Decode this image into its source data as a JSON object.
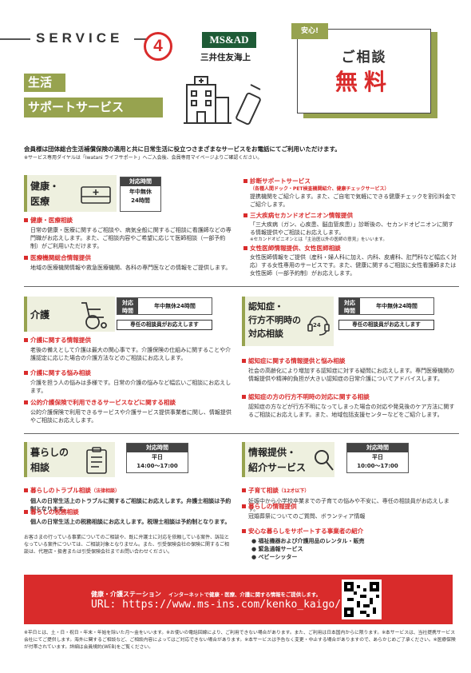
{
  "header": {
    "service": "SERVICE",
    "number": "4",
    "brand_mark": "MS&AD",
    "brand_name": "三井住友海上",
    "title_line1": "生活",
    "title_line2": "サポートサービス",
    "bubble_tag": "安心!",
    "bubble_line1": "ご相談",
    "bubble_line2": "無料"
  },
  "intro": {
    "main": "会員様は団体総合生活補償保険の適用と共に日常生活に役立つさまざまなサービスをお電話にてご利用いただけます。",
    "note": "※サービス専用ダイヤルは「Iwatani ライフサポート」へご入会後、会員専用マイページよりご確認ください。"
  },
  "health": {
    "title1": "健康・",
    "title2": "医療",
    "hours_label": "対応時間",
    "hours_value1": "年中無休",
    "hours_value2": "24時間",
    "items": [
      {
        "head": "健康・医療相談",
        "body": "日常の健康・医療に関するご相談や、病気全般に関するご相談に看護師などの専門職がお応えします。また、ご相談内容やご希望に応じて医師相談（一部予約制）がご利用いただけます。"
      },
      {
        "head": "医療機関総合情報提供",
        "body": "地域の医療機関情報や救急医療機関、各科の専門医などの情報をご提供します。"
      }
    ],
    "right_items": [
      {
        "head": "診断サポートサービス",
        "sub": "（各種人間ドック・PET検査機関紹介、健康チェックサービス）",
        "body": "提携機関をご紹介します。また、ご自宅で気軽にできる健康チェックを割引料金でご紹介します。"
      },
      {
        "head": "三大疾病セカンドオピニオン情報提供",
        "body": "「三大疾病（ガン、心疾患、脳血管疾患）」診断後の、セカンドオピニオンに関する情報提供やご相談にお応えします。",
        "note": "※セカンドオピニオンとは「主治医以外の医師の意見」をいいます。"
      },
      {
        "head": "女性医師情報提供、女性医師相談",
        "body": "女性医師情報をご提供（産科・婦人科に加え、内科、皮膚科、肛門科など幅広く対応）する女性専用のサービスです。また、健康に関するご相談に女性看護師または女性医師（一部予約制）がお応えします。"
      }
    ]
  },
  "care": {
    "title": "介護",
    "hours_label1": "対応",
    "hours_label2": "時間",
    "hours_value": "年中無休24時間",
    "note": "専任の相談員がお応えします",
    "items": [
      {
        "head": "介護に関する情報提供",
        "body": "老後の備えとして介護は最大の関心事です。介護保険の仕組みに関することや介護認定に応じた場合の介護方法などのご相談にお応えします。"
      },
      {
        "head": "介護に関する悩み相談",
        "body": "介護を担う人の悩みは多様です。日常の介護の悩みなど幅広いご相談にお応えします。"
      },
      {
        "head": "公的介護保険で利用できるサービスなどに関する相談",
        "body": "公的介護保険で利用できるサービスや介護サービス提供事業者に関し、情報提供やご相談にお応えします。"
      }
    ]
  },
  "dementia": {
    "title1": "認知症・",
    "title2": "行方不明時の",
    "title3": "対応相談",
    "icon_label": "24",
    "hours_label1": "対応",
    "hours_label2": "時間",
    "hours_value": "年中無休24時間",
    "note": "専任の相談員がお応えします",
    "items": [
      {
        "head": "認知症に関する情報提供と悩み相談",
        "body": "社会の高齢化により増加する認知症に対する疑問にお応えします。専門医療機関の情報提供や精神的負担が大きい認知症の日常介護についてアドバイスします。"
      },
      {
        "head": "認知症の方の行方不明時の対応に関する相談",
        "body": "認知症の方などが行方不明になってしまった場合の対応や発見後のケア方法に関するご相談にお応えします。また、地域包括支援センターなどをご紹介します。"
      }
    ]
  },
  "life": {
    "title1": "暮らしの",
    "title2": "相談",
    "hours_label": "対応時間",
    "hours_value1": "平日",
    "hours_value2": "14:00～17:00",
    "items": [
      {
        "head": "暮らしのトラブル相談",
        "head_note": "（法律相談）",
        "body": "個人の日常生活上のトラブルに関するご相談にお応えします。弁護士相談は予約制となります。"
      },
      {
        "head": "暮らしの税務相談",
        "body": "個人の日常生活上の税務相談にお応えします。税理士相談は予約制となります。"
      }
    ],
    "footnote": "お客さまの行っている事業についてのご相談や、既に弁護士に対応を依頼している案件、訴訟となっている案件については、ご相談対象となりません。また、引受保険会社の保険に関するご相談は、代理店・扱者または引受保険会社までお問い合わせください。"
  },
  "info": {
    "title1": "情報提供・",
    "title2": "紹介サービス",
    "hours_label": "対応時間",
    "hours_value1": "平日",
    "hours_value2": "10:00～17:00",
    "items": [
      {
        "head": "子育て相談",
        "head_note": "（12才以下）",
        "body": "妊娠中から小学校卒業までの子育ての悩みや不安に、専任の相談員がお応えします。"
      },
      {
        "head": "暮らしの情報提供",
        "body": "冠婚葬祭についてのご質問、ボランティア情報"
      },
      {
        "head": "安心な暮らしをサポートする事業者の紹介",
        "bullets": [
          "福祉機器および介護用品のレンタル・販売",
          "緊急通報サービス",
          "ベビーシッター"
        ]
      }
    ]
  },
  "banner": {
    "title": "健康・介護ステーション",
    "desc": "インターネットで健康・医療、介護に関する情報をご提供します。",
    "url": "URL: https://www.ms-ins.com/kenko_kaigo/"
  },
  "footer": {
    "note": "※平日とは、土・日・祝日・年末・年始を除いた月～金をいいます。※お使いの電話回線により、ご利用できない場合があります。また、ご利用は日本国内からに限ります。※本サービスは、当社提携サービス会社にてご提供します。海外に関するご相談など、ご相談内容によってはご対応できない場合があります。※本サービスは予告なく変更・中止する場合がありますので、あらかじめご了承ください。※医療保険が付帯されています。詳細は会員規約(WEB)をご覧ください。"
  },
  "colors": {
    "accent": "#97a34f",
    "red": "#d92b2b",
    "dark": "#444444"
  }
}
